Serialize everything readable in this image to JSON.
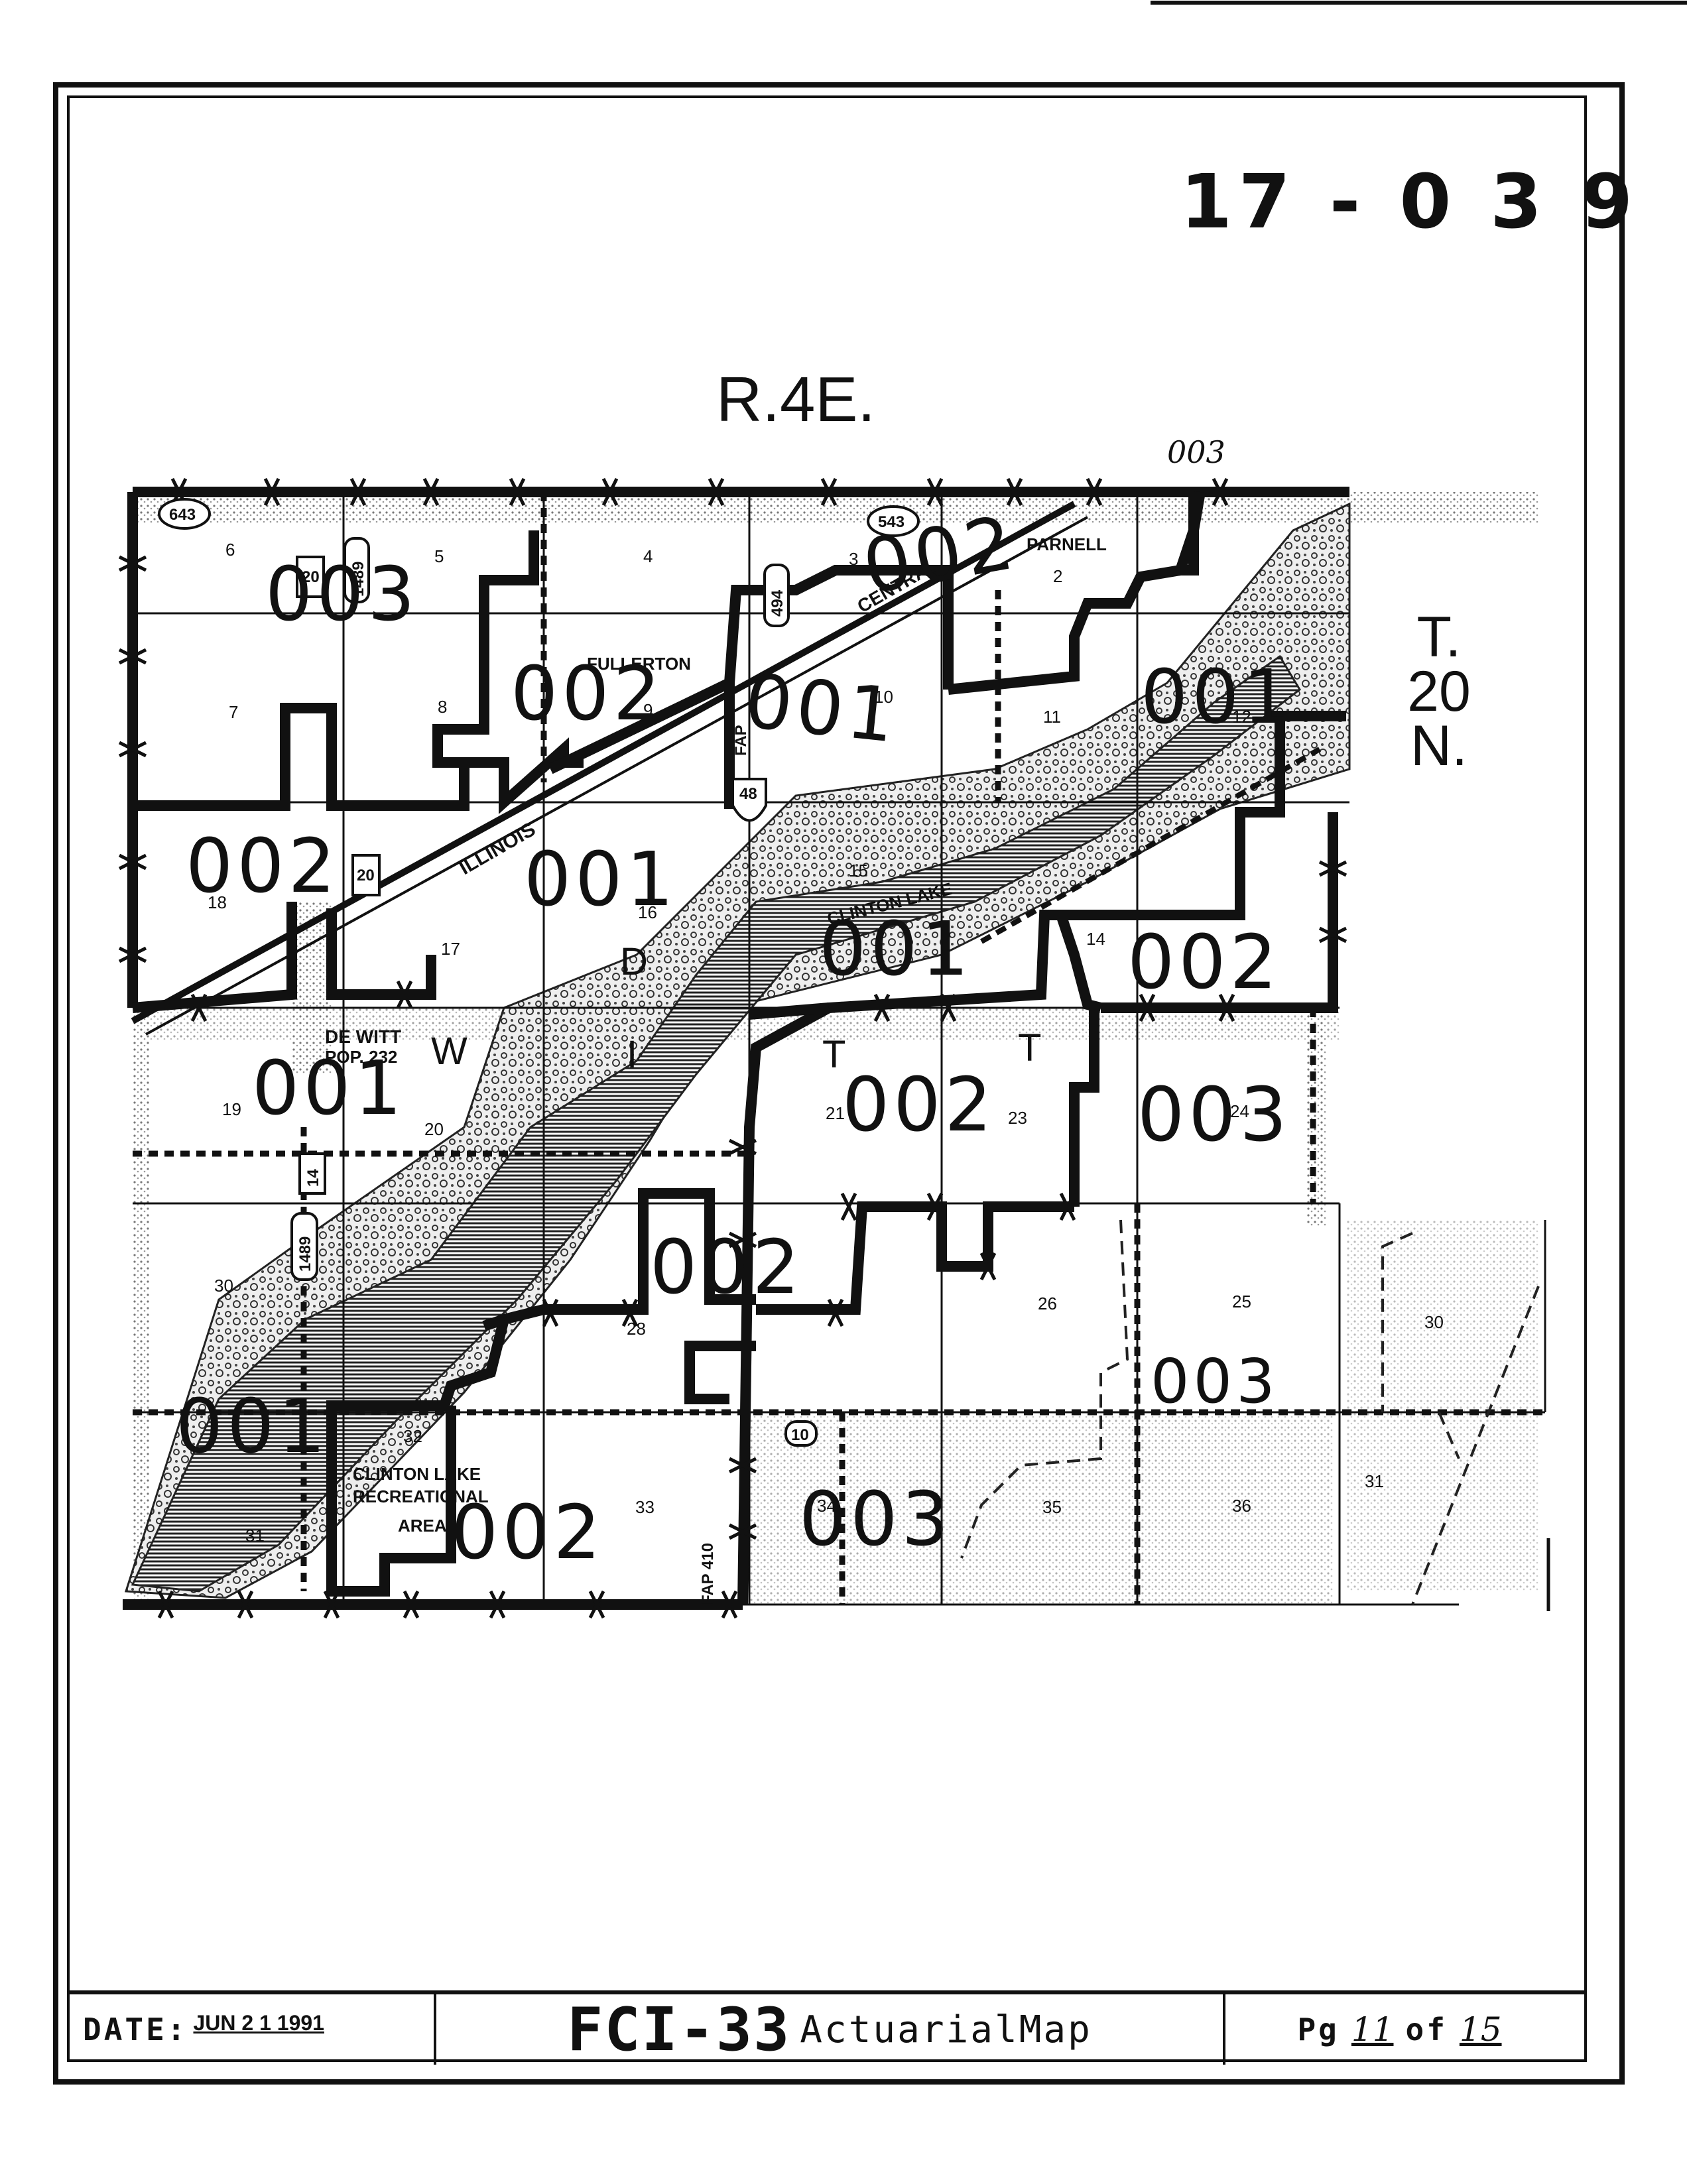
{
  "header": {
    "map_number": "17 - 0 3 9",
    "range": "R.4E.",
    "township": [
      "T.",
      "20",
      "N."
    ],
    "handwritten_note": "003"
  },
  "map": {
    "sections": [
      {
        "label": "6"
      },
      {
        "label": "5"
      },
      {
        "label": "4"
      },
      {
        "label": "3"
      },
      {
        "label": "2"
      },
      {
        "label": "7"
      },
      {
        "label": "8"
      },
      {
        "label": "9"
      },
      {
        "label": "10"
      },
      {
        "label": "11"
      },
      {
        "label": "12"
      },
      {
        "label": "18"
      },
      {
        "label": "17"
      },
      {
        "label": "16"
      },
      {
        "label": "15"
      },
      {
        "label": "14"
      },
      {
        "label": "19"
      },
      {
        "label": "20"
      },
      {
        "label": "21"
      },
      {
        "label": "23"
      },
      {
        "label": "24"
      },
      {
        "label": "30"
      },
      {
        "label": "28"
      },
      {
        "label": "26"
      },
      {
        "label": "25"
      },
      {
        "label": "30"
      },
      {
        "label": "32"
      },
      {
        "label": "33"
      },
      {
        "label": "34"
      },
      {
        "label": "35"
      },
      {
        "label": "36"
      },
      {
        "label": "31"
      },
      {
        "label": "31"
      }
    ],
    "place_names": [
      "PARNELL",
      "FULLERTON",
      "CLINTON LAKE",
      "DE WITT",
      "POP. 232",
      "CLINTON LAKE",
      "RECREATIONAL",
      "AREA",
      "ILLINOIS",
      "CENTRAL",
      "FAP 410",
      "FAP"
    ],
    "route_shields": [
      "643",
      "20",
      "1489",
      "543",
      "494",
      "48",
      "20",
      "14",
      "1489",
      "10"
    ],
    "big_letters": [
      "D",
      "W",
      "I",
      "T",
      "T"
    ],
    "zones": [
      {
        "code": "003"
      },
      {
        "code": "002"
      },
      {
        "code": "002"
      },
      {
        "code": "001"
      },
      {
        "code": "001"
      },
      {
        "code": "002"
      },
      {
        "code": "001"
      },
      {
        "code": "001"
      },
      {
        "code": "002"
      },
      {
        "code": "001"
      },
      {
        "code": "002"
      },
      {
        "code": "003"
      },
      {
        "code": "002"
      },
      {
        "code": "003"
      },
      {
        "code": "001"
      },
      {
        "code": "002"
      },
      {
        "code": "003"
      }
    ]
  },
  "title_block": {
    "date_label": "DATE:",
    "date_value": "JUN 2 1 1991",
    "map_code": "FCI-33",
    "map_title": "ActuarialMap",
    "page_label": "Pg",
    "page_number": "11",
    "of_label": "of",
    "page_total": "15"
  },
  "colors": {
    "ink": "#111111",
    "paper": "#ffffff",
    "stipple": "#bdbdbd",
    "lake": "#9a9a9a"
  }
}
